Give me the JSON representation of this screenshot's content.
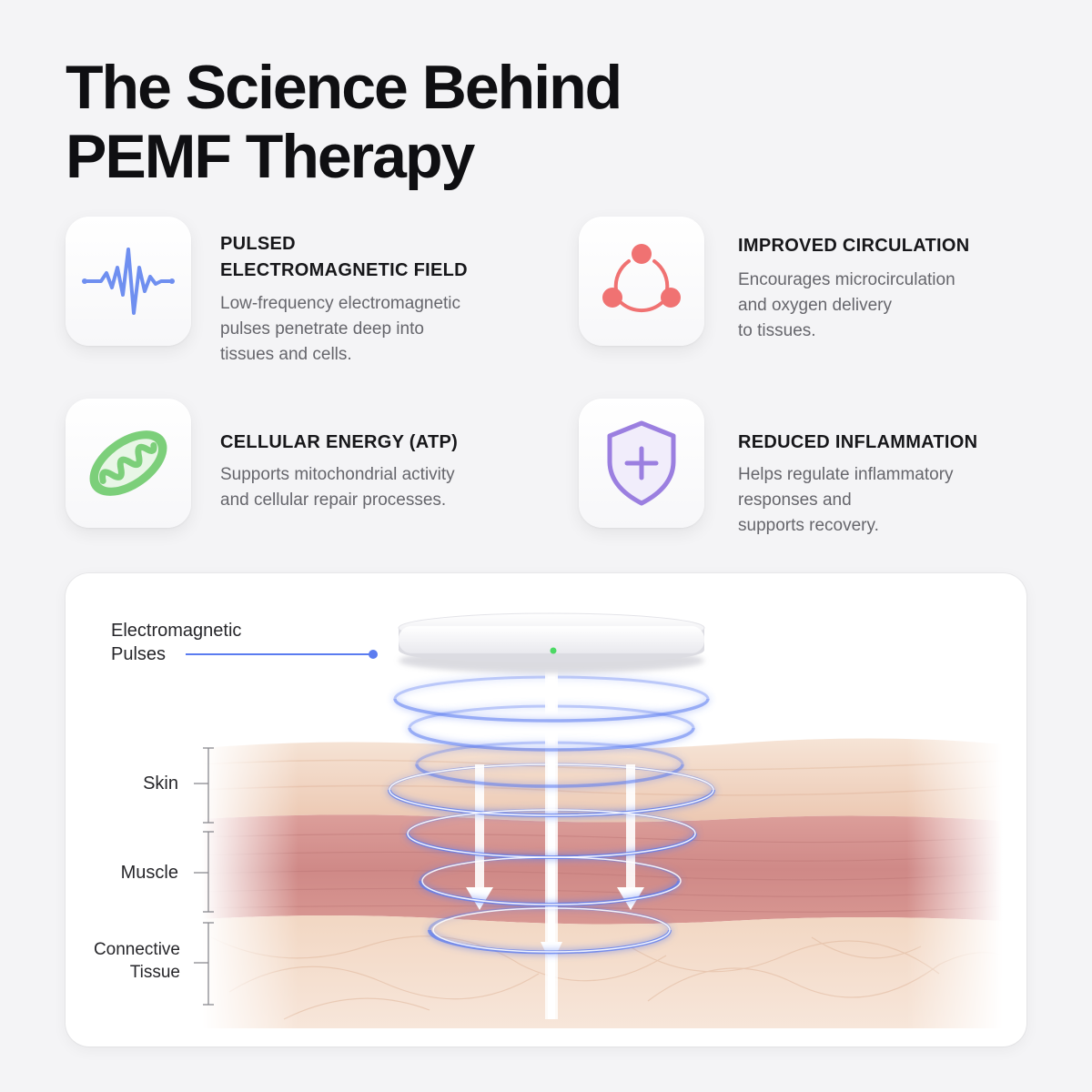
{
  "title": {
    "line1": "The Science Behind",
    "line2": "PEMF Therapy"
  },
  "features": [
    {
      "icon": "waveform-icon",
      "color": "#6f8ff0",
      "title_lines": [
        "PULSED",
        "ELECTROMAGNETIC FIELD"
      ],
      "desc_lines": [
        "Low-frequency electromagnetic",
        "pulses penetrate deep into",
        "tissues and cells."
      ]
    },
    {
      "icon": "circulation-icon",
      "color": "#f07272",
      "title_lines": [
        "IMPROVED CIRCULATION"
      ],
      "desc_lines": [
        "Encourages microcirculation",
        "and oxygen delivery",
        "to tissues."
      ]
    },
    {
      "icon": "mitochondria-icon",
      "color": "#7ccf7a",
      "title_lines": [
        "CELLULAR ENERGY  (ATP)"
      ],
      "desc_lines": [
        "Supports mitochondrial activity",
        "and cellular repair processes."
      ]
    },
    {
      "icon": "shield-plus-icon",
      "color": "#9b7fe0",
      "title_lines": [
        "REDUCED INFLAMMATION"
      ],
      "desc_lines": [
        "Helps regulate inflammatory",
        "responses and",
        "supports recovery."
      ]
    }
  ],
  "diagram": {
    "pulse_label_lines": [
      "Electromagnetic",
      "Pulses"
    ],
    "layers": [
      {
        "label_lines": [
          "Skin"
        ],
        "color": "#f1d6c3"
      },
      {
        "label_lines": [
          "Muscle"
        ],
        "color": "#d99896"
      },
      {
        "label_lines": [
          "Connective",
          "Tissue"
        ],
        "color": "#f0d4be"
      }
    ],
    "device_indicator_color": "#4cd964",
    "pulse_color": "#5b7cf0"
  }
}
